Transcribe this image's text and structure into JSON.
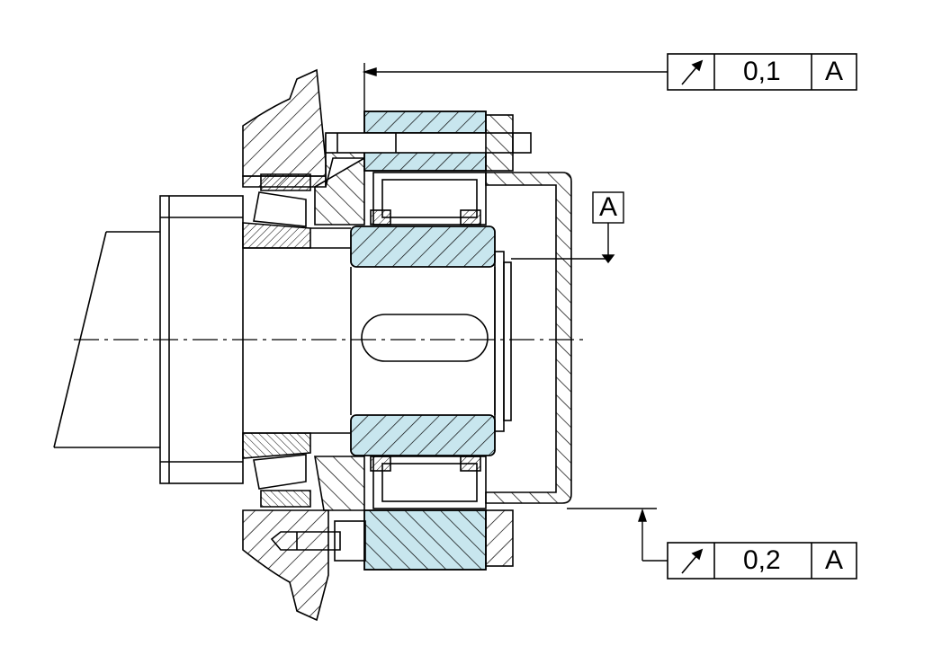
{
  "colors": {
    "line": "#000000",
    "part_fill": "#c8e6ee",
    "background": "#ffffff"
  },
  "datum": {
    "label": "A"
  },
  "tolerance_frames": [
    {
      "symbol": "circular-runout-icon",
      "value": "0,1",
      "datum_ref": "A"
    },
    {
      "symbol": "circular-runout-icon",
      "value": "0,2",
      "datum_ref": "A"
    }
  ]
}
